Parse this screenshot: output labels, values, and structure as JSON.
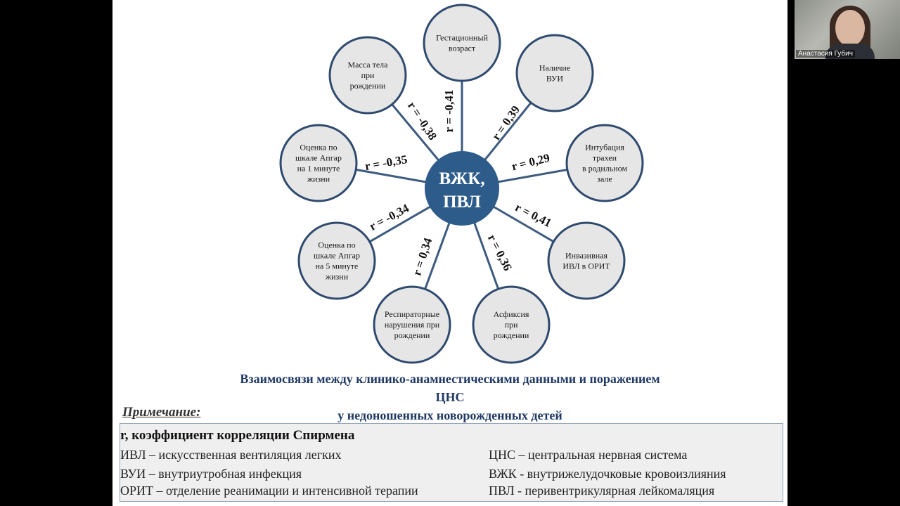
{
  "diagram": {
    "center": {
      "line1": "ВЖК,",
      "line2": "ПВЛ"
    },
    "nodes": [
      {
        "lines": [
          "Гестационный",
          "возраст"
        ],
        "r": "r = -0,41"
      },
      {
        "lines": [
          "Наличие",
          "ВУИ"
        ],
        "r": "r = 0,39"
      },
      {
        "lines": [
          "Интубация",
          "трахеи",
          "в родильном",
          "зале"
        ],
        "r": "r = 0,29"
      },
      {
        "lines": [
          "Инвазивная",
          "ИВЛ в ОРИТ"
        ],
        "r": "r = 0,41"
      },
      {
        "lines": [
          "Асфиксия",
          "при",
          "рождении"
        ],
        "r": "r = 0,36"
      },
      {
        "lines": [
          "Респираторные",
          "нарушения при",
          "рождении"
        ],
        "r": "r = 0,34"
      },
      {
        "lines": [
          "Оценка по",
          "шкале Апгар",
          "на 5 минуте",
          "жизни"
        ],
        "r": "r = -0,34"
      },
      {
        "lines": [
          "Оценка по",
          "шкале Апгар",
          "на 1 минуте",
          "жизни"
        ],
        "r": "r = -0,35"
      },
      {
        "lines": [
          "Масса тела",
          "при",
          "рождении"
        ],
        "r": "r = -0,38"
      }
    ],
    "colors": {
      "center_fill": "#2e5c8a",
      "node_stroke": "#2e4a6e",
      "node_fill": "#e6e6e6",
      "line": "#3d5a80"
    }
  },
  "caption": {
    "line1": "Взаимосвязи между клинико-анамнестическими данными и поражением ЦНС",
    "line2": "у недоношенных новорожденных детей"
  },
  "note_label": "Примечание:",
  "legend": {
    "title": "r, коэффициент корреляции Спирмена",
    "left": [
      "ИВЛ – искусственная вентиляция легких",
      "ВУИ – внутриутробная инфекция",
      "ОРИТ – отделение реанимации и интенсивной терапии"
    ],
    "right": [
      "ЦНС – центральная нервная система",
      "ВЖК - внутрижелудочковые кровоизлияния",
      "ПВЛ - перивентрикулярная лейкомаляция"
    ]
  },
  "webcam": {
    "name": "Анастасия Губич"
  }
}
